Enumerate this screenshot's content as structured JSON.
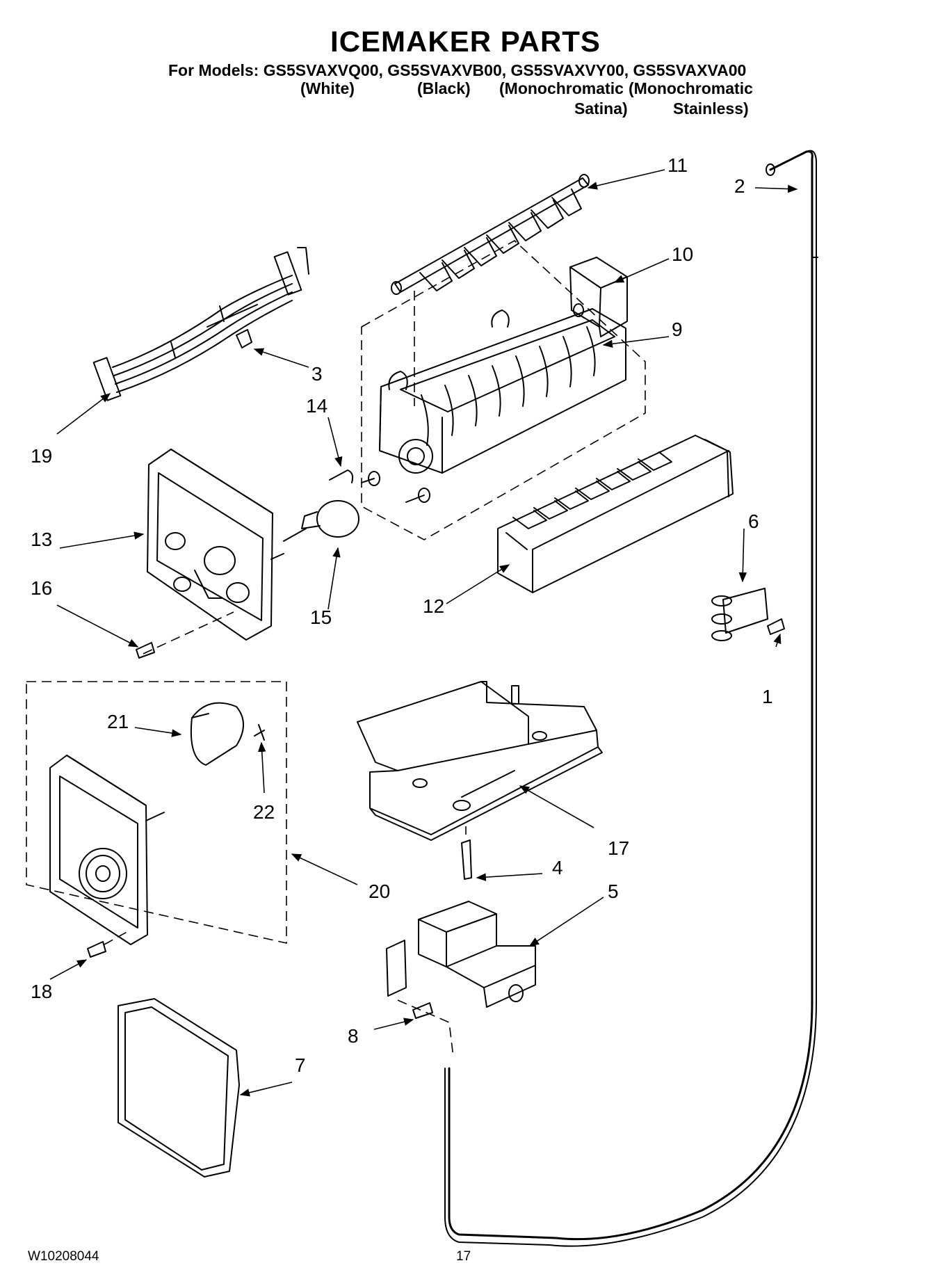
{
  "header": {
    "title": "ICEMAKER PARTS",
    "models_line": "For Models: GS5SVAXVQ00, GS5SVAXVB00, GS5SVAXVY00, GS5SVAXVA00",
    "variants": {
      "white": "(White)",
      "black": "(Black)",
      "mono_satina_line1": "(Monochromatic",
      "mono_satina_line2": "Satina)",
      "mono_stainless_line1": "(Monochromatic",
      "mono_stainless_line2": "Stainless)"
    }
  },
  "callouts": {
    "p1": "1",
    "p2": "2",
    "p3": "3",
    "p4": "4",
    "p5": "5",
    "p6": "6",
    "p7": "7",
    "p8": "8",
    "p9": "9",
    "p10": "10",
    "p11": "11",
    "p12": "12",
    "p13": "13",
    "p14": "14",
    "p15": "15",
    "p16": "16",
    "p17": "17",
    "p18": "18",
    "p19": "19",
    "p20": "20",
    "p21": "21",
    "p22": "22"
  },
  "footer": {
    "doc_number": "W10208044",
    "page_number": "17"
  }
}
